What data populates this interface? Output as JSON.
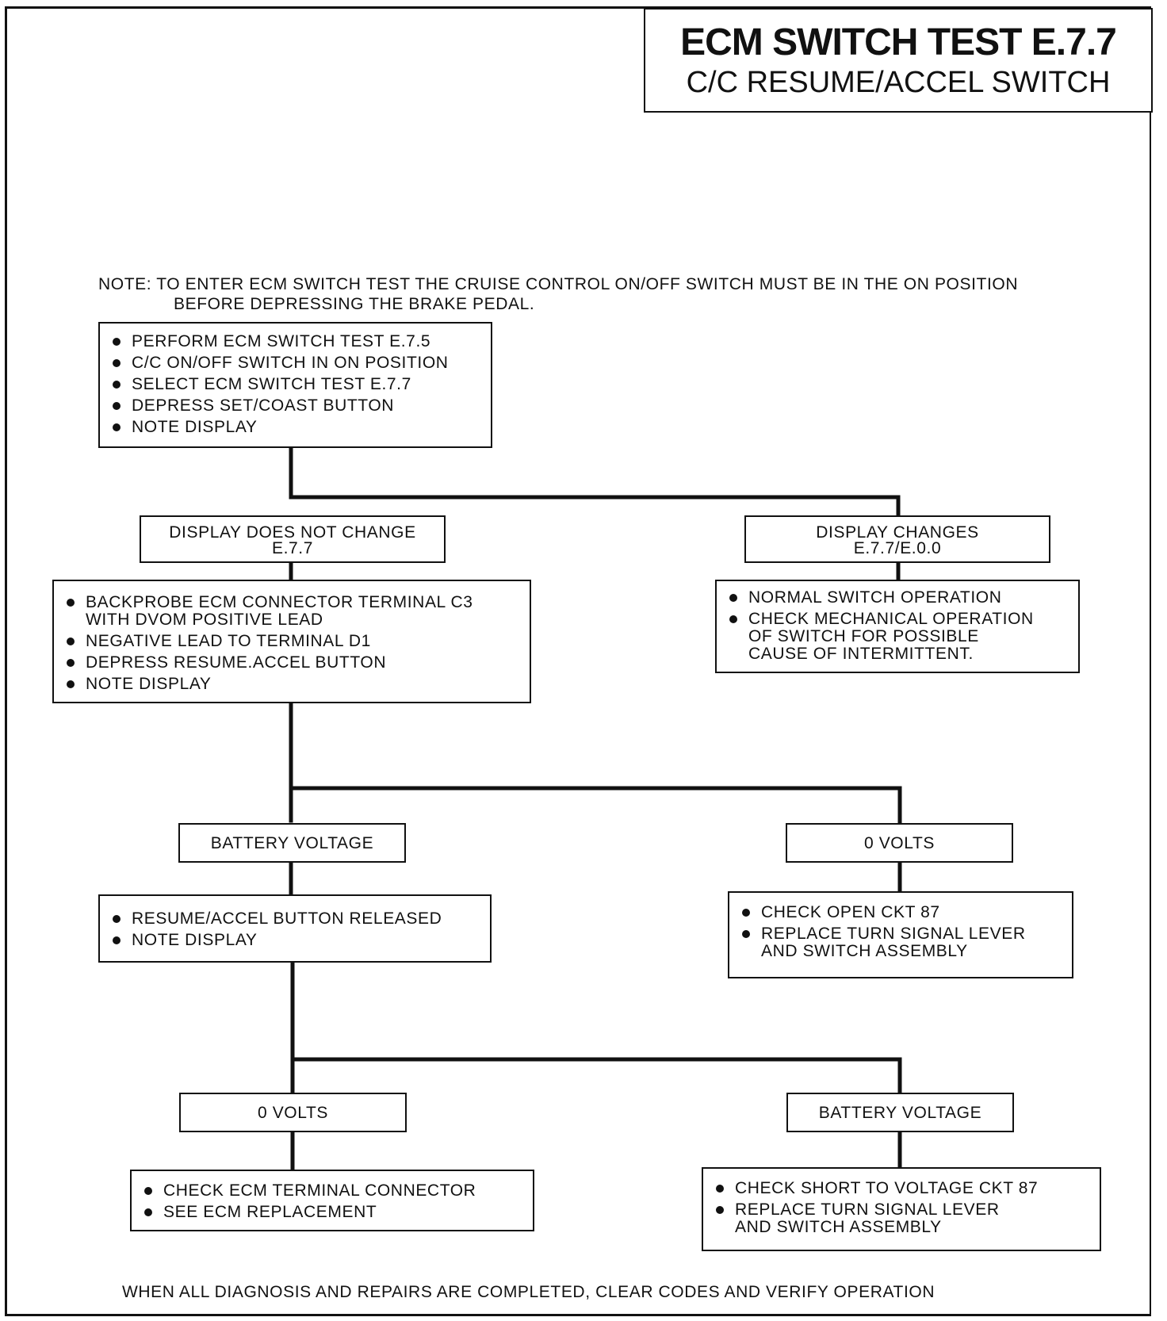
{
  "title": {
    "main": "ECM SWITCH TEST E.7.7",
    "sub": "C/C RESUME/ACCEL SWITCH"
  },
  "note": {
    "line1": "NOTE: TO ENTER ECM SWITCH TEST THE CRUISE CONTROL ON/OFF SWITCH MUST BE IN THE ON POSITION",
    "line2": "BEFORE DEPRESSING THE BRAKE PEDAL."
  },
  "boxes": {
    "start": {
      "items": [
        "PERFORM ECM SWITCH TEST E.7.5",
        "C/C ON/OFF SWITCH IN ON POSITION",
        "SELECT ECM SWITCH TEST E.7.7",
        "DEPRESS SET/COAST BUTTON",
        "NOTE DISPLAY"
      ]
    },
    "no_change": {
      "line1": "DISPLAY DOES NOT CHANGE",
      "line2": "E.7.7"
    },
    "changes": {
      "line1": "DISPLAY CHANGES",
      "line2": "E.7.7/E.0.0"
    },
    "normal": {
      "items": [
        {
          "l1": "NORMAL SWITCH OPERATION"
        },
        {
          "l1": "CHECK MECHANICAL OPERATION",
          "l2": "OF SWITCH  FOR POSSIBLE",
          "l3": "CAUSE OF INTERMITTENT."
        }
      ]
    },
    "backprobe": {
      "items": [
        {
          "l1": "BACKPROBE ECM CONNECTOR TERMINAL C3",
          "l2": "WITH DVOM POSITIVE LEAD"
        },
        {
          "l1": "NEGATIVE LEAD TO TERMINAL D1"
        },
        {
          "l1": "DEPRESS RESUME.ACCEL BUTTON"
        },
        {
          "l1": "NOTE DISPLAY"
        }
      ]
    },
    "batt1": {
      "label": "BATTERY VOLTAGE"
    },
    "zero1": {
      "label": "0 VOLTS"
    },
    "released": {
      "items": [
        "RESUME/ACCEL BUTTON RELEASED",
        "NOTE DISPLAY"
      ]
    },
    "open_ckt": {
      "items": [
        {
          "l1": "CHECK OPEN CKT 87"
        },
        {
          "l1": "REPLACE TURN SIGNAL LEVER",
          "l2": "AND SWITCH ASSEMBLY"
        }
      ]
    },
    "zero2": {
      "label": "0 VOLTS"
    },
    "batt2": {
      "label": "BATTERY VOLTAGE"
    },
    "ecm_check": {
      "items": [
        "CHECK ECM TERMINAL CONNECTOR",
        "SEE ECM REPLACEMENT"
      ]
    },
    "short_ckt": {
      "items": [
        {
          "l1": "CHECK SHORT TO VOLTAGE CKT 87"
        },
        {
          "l1": "REPLACE TURN SIGNAL LEVER",
          "l2": "AND SWITCH ASSEMBLY"
        }
      ]
    }
  },
  "footer": "WHEN ALL DIAGNOSIS AND REPAIRS ARE COMPLETED, CLEAR CODES AND VERIFY  OPERATION"
}
